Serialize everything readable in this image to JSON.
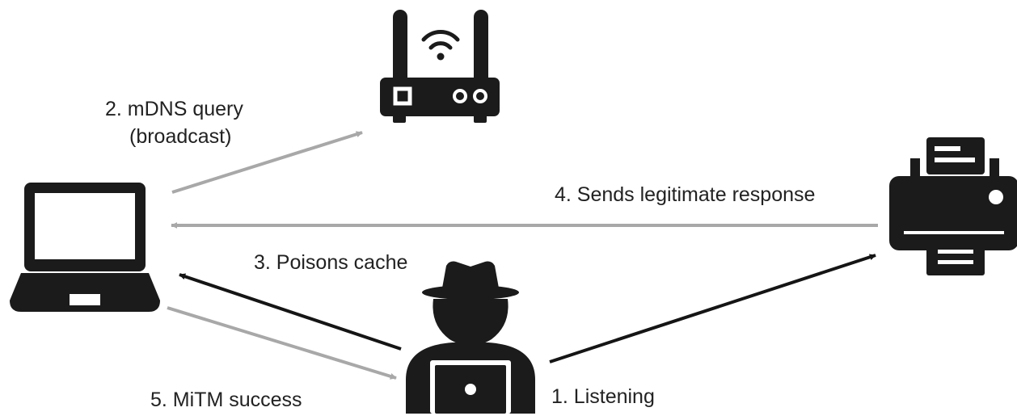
{
  "nodes": {
    "laptop": {
      "icon": "laptop-icon"
    },
    "router": {
      "icon": "wifi-router-icon"
    },
    "printer": {
      "icon": "printer-icon"
    },
    "attacker": {
      "icon": "hacker-with-laptop-icon"
    }
  },
  "labels": {
    "step1": "1. Listening",
    "step2_line1": "2. mDNS query",
    "step2_line2": "(broadcast)",
    "step3": "3. Poisons cache",
    "step4": "4. Sends legitimate response",
    "step5": "5. MiTM success"
  },
  "colors": {
    "icon": "#1b1b1b",
    "text": "#222222",
    "attacker_arrow": "#151515",
    "legit_arrow": "#a8a8a8"
  }
}
